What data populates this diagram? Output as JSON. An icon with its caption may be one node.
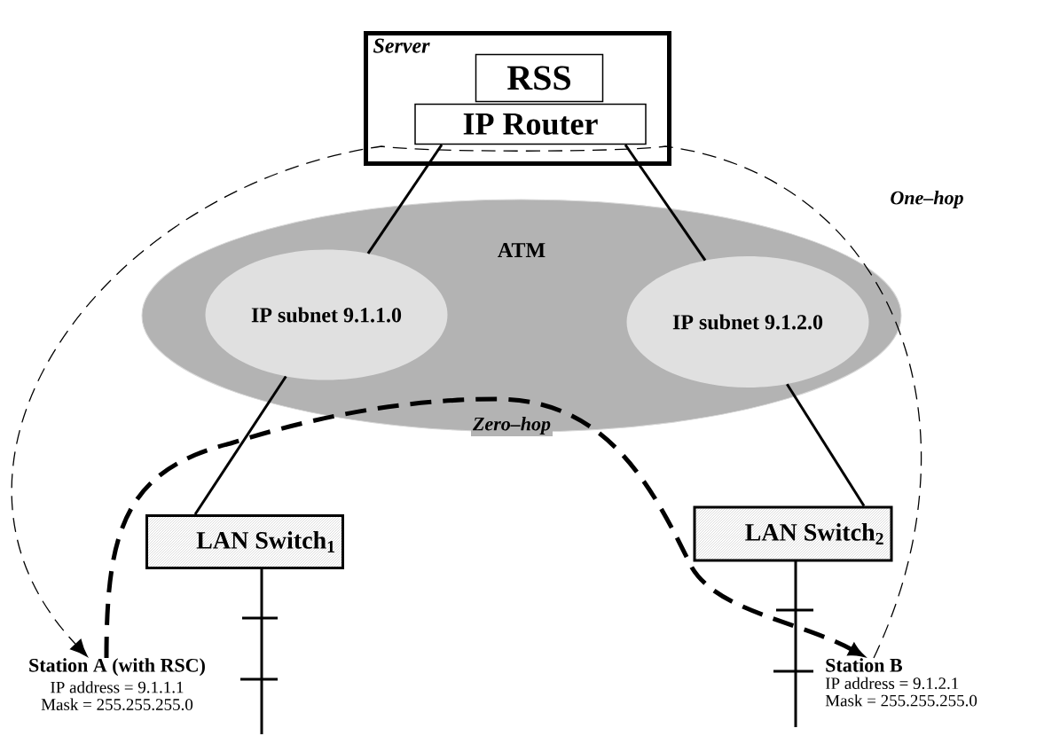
{
  "diagram": {
    "nodes": [
      {
        "text": [
          "Server"
        ]
      },
      {
        "text": [
          "RSS"
        ],
        "in": 0
      },
      {
        "text": [
          "IP Router"
        ],
        "in": 0
      },
      {
        "text": [
          "ATM"
        ]
      },
      {
        "text": [
          "IP subnet 9.1.1.0"
        ],
        "in": 3
      },
      {
        "text": [
          "IP subnet 9.1.2.0"
        ],
        "in": 3
      },
      {
        "text": [
          "LAN Switch$_{1}$"
        ]
      },
      {
        "text": [
          "LAN Switch$_{2}$"
        ]
      },
      {
        "text": [
          "Station A (with RSC)",
          "IP address = 9.1.1.1",
          "Mask = 255.255.255.0"
        ]
      },
      {
        "text": [
          "Station B",
          "IP address = 9.1.2.1",
          "Mask = 255.255.255.0"
        ]
      }
    ],
    "edges": [
      {
        "from": 2,
        "to": 4,
        "arrow": "none"
      },
      {
        "from": 2,
        "to": 5,
        "arrow": "none"
      },
      {
        "from": 4,
        "to": 6,
        "arrow": "none"
      },
      {
        "from": 5,
        "to": 7,
        "arrow": "none"
      },
      {
        "from": 9,
        "to": 8,
        "arrow": "to",
        "style": "dashed",
        "label": "One–hop"
      },
      {
        "from": 8,
        "to": 9,
        "arrow": "to",
        "style": "dashed",
        "label": "Zero–hop"
      }
    ]
  }
}
